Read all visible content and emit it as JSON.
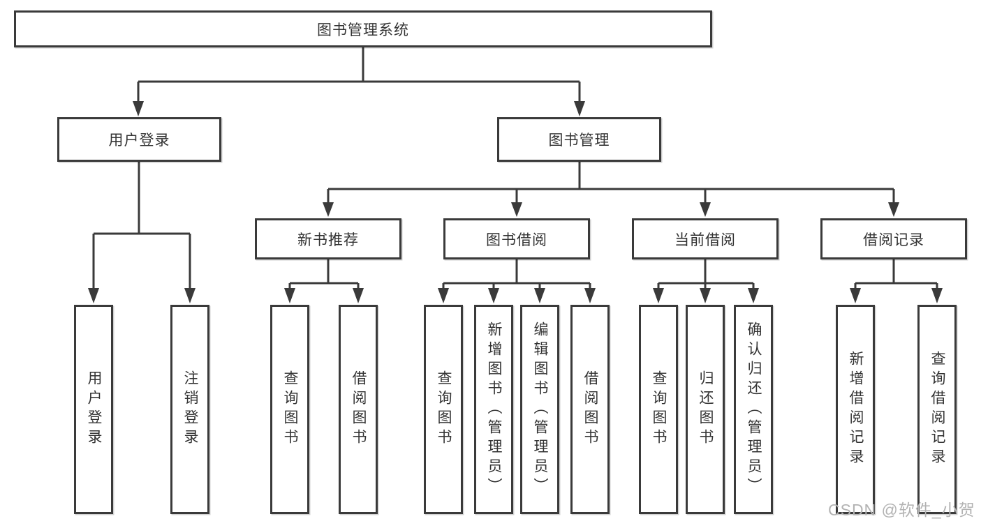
{
  "theme": {
    "line_color": "#3a3a3a",
    "text_color": "#333333",
    "background": "#ffffff",
    "watermark_color": "#b3b3b3"
  },
  "tree": {
    "root": {
      "label": "图书管理系统",
      "children": [
        {
          "label": "用户登录",
          "children": [
            {
              "label": "用户登录"
            },
            {
              "label": "注销登录"
            }
          ]
        },
        {
          "label": "图书管理",
          "children": [
            {
              "label": "新书推荐",
              "children": [
                {
                  "label": "查询图书"
                },
                {
                  "label": "借阅图书"
                }
              ]
            },
            {
              "label": "图书借阅",
              "children": [
                {
                  "label": "查询图书"
                },
                {
                  "label": "新增图书（管理员）"
                },
                {
                  "label": "编辑图书（管理员）"
                },
                {
                  "label": "借阅图书"
                }
              ]
            },
            {
              "label": "当前借阅",
              "children": [
                {
                  "label": "查询图书"
                },
                {
                  "label": "归还图书"
                },
                {
                  "label": "确认归还（管理员）"
                }
              ]
            },
            {
              "label": "借阅记录",
              "children": [
                {
                  "label": "新增借阅记录"
                },
                {
                  "label": "查询借阅记录"
                }
              ]
            }
          ]
        }
      ]
    }
  },
  "watermark": {
    "text": "CSDN @软件_小贺同学"
  }
}
